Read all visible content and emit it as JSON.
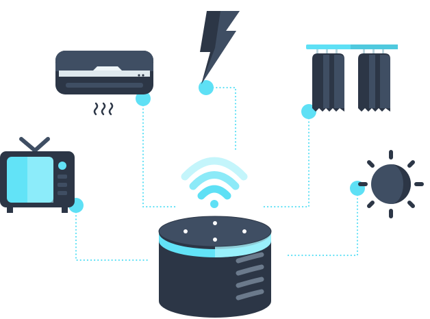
{
  "colors": {
    "dark": "#2c3646",
    "mid": "#3f4e63",
    "accent": "#5ee0f5",
    "accent_light": "#a8f2fb",
    "screen": "#62e3f7",
    "white": "#ffffff"
  },
  "devices": [
    {
      "name": "air-conditioner",
      "icon": "air-conditioner-icon"
    },
    {
      "name": "power",
      "icon": "lightning-bolt-icon"
    },
    {
      "name": "curtains",
      "icon": "curtains-icon"
    },
    {
      "name": "television",
      "icon": "television-icon"
    },
    {
      "name": "light",
      "icon": "sun-icon"
    }
  ],
  "hub": {
    "name": "smart-speaker",
    "icon": "smart-speaker-icon",
    "signal": "wifi-signal-icon"
  }
}
